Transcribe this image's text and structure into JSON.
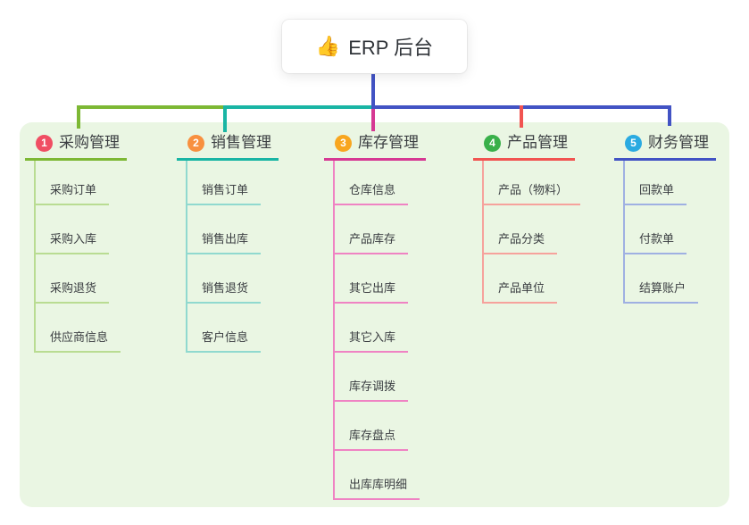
{
  "root": {
    "icon": "👍",
    "label": "ERP 后台"
  },
  "canvas": {
    "background": "#ffffff",
    "panel_color": "#eaf6e3",
    "text_color": "#3b3e42",
    "root_connector_color": "#4253c4"
  },
  "branches": [
    {
      "number": "1",
      "label": "采购管理",
      "badge_color": "#f04e63",
      "line_color": "#7db834",
      "child_line_color": "#b9dc92",
      "children": [
        "采购订单",
        "采购入库",
        "采购退货",
        "供应商信息"
      ]
    },
    {
      "number": "2",
      "label": "销售管理",
      "badge_color": "#f8903f",
      "line_color": "#19b5a4",
      "child_line_color": "#90d9cf",
      "children": [
        "销售订单",
        "销售出库",
        "销售退货",
        "客户信息"
      ]
    },
    {
      "number": "3",
      "label": "库存管理",
      "badge_color": "#f8a61f",
      "line_color": "#d63993",
      "child_line_color": "#ef83c3",
      "children": [
        "仓库信息",
        "产品库存",
        "其它出库",
        "其它入库",
        "库存调拨",
        "库存盘点",
        "出库库明细"
      ]
    },
    {
      "number": "4",
      "label": "产品管理",
      "badge_color": "#39b04a",
      "line_color": "#f15451",
      "child_line_color": "#f6a29c",
      "children": [
        "产品（物料）",
        "产品分类",
        "产品单位"
      ]
    },
    {
      "number": "5",
      "label": "财务管理",
      "badge_color": "#2aaae1",
      "line_color": "#4253c4",
      "child_line_color": "#9fb0e2",
      "children": [
        "回款单",
        "付款单",
        "结算账户"
      ]
    }
  ]
}
